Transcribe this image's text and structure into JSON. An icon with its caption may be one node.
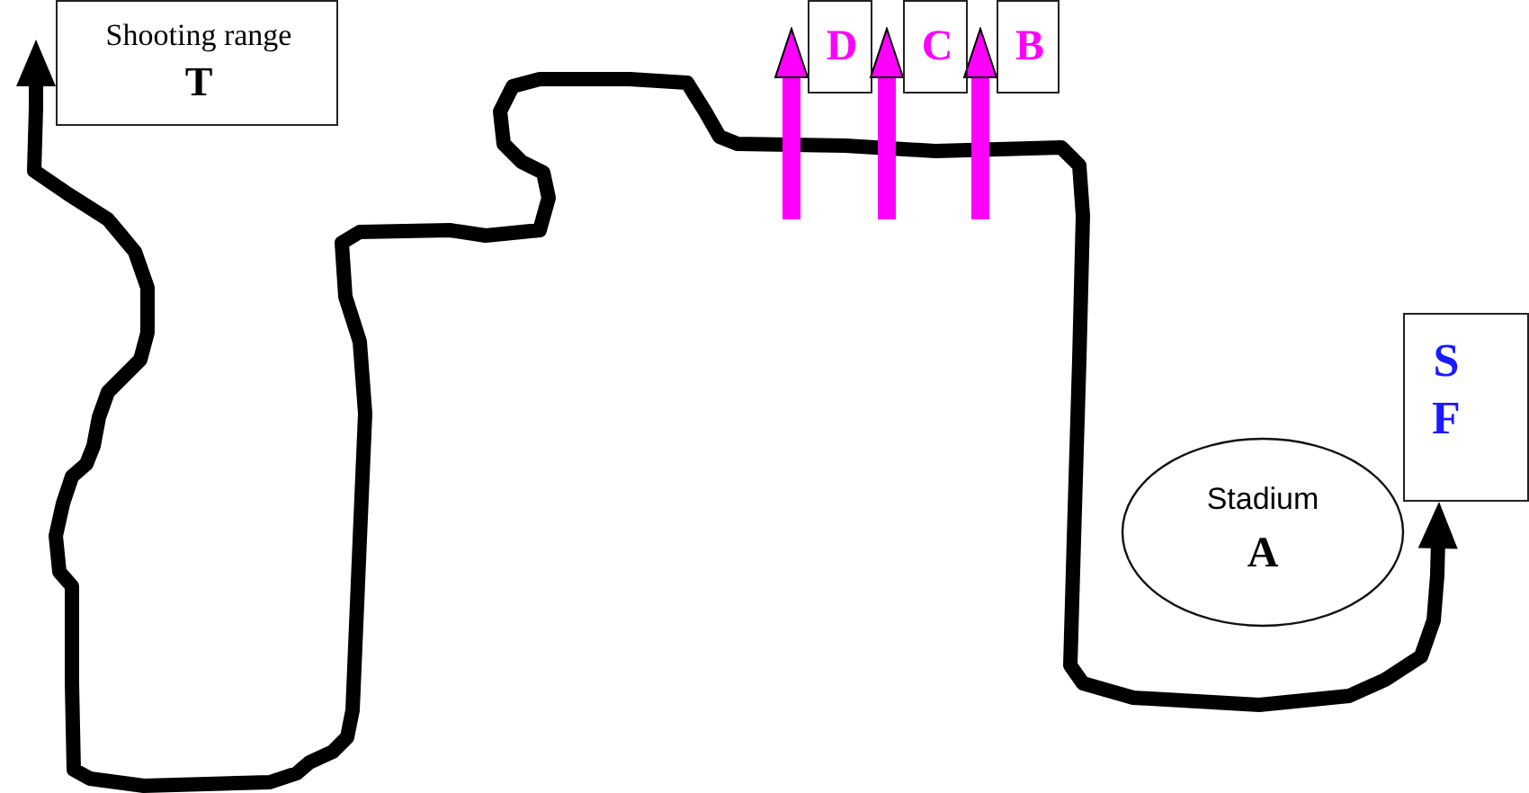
{
  "diagram": {
    "nodes": [
      {
        "text": [
          "Shooting range",
          "T"
        ]
      },
      {
        "text": [
          "D"
        ]
      },
      {
        "text": [
          "C"
        ]
      },
      {
        "text": [
          "B"
        ]
      },
      {
        "text": [
          "S F"
        ]
      },
      {
        "text": [
          "Stadium",
          "A"
        ]
      }
    ],
    "edges": [
      {
        "from": 0,
        "to": 4,
        "arrow": "both",
        "color": "#000000"
      },
      {
        "from": null,
        "to": 1,
        "arrow": "to",
        "color": "#ff00ff"
      },
      {
        "from": null,
        "to": 2,
        "arrow": "to",
        "color": "#ff00ff"
      },
      {
        "from": null,
        "to": 3,
        "arrow": "to",
        "color": "#ff00ff"
      }
    ]
  }
}
